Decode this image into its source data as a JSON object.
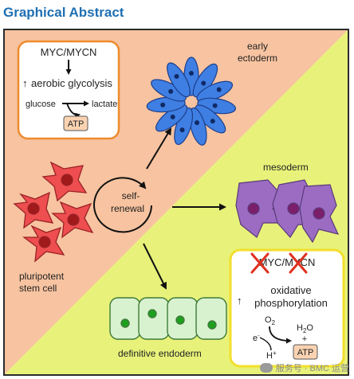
{
  "header": {
    "title": "Graphical Abstract"
  },
  "glycolysis_box": {
    "genes": "MYC/MYCN",
    "arrow_up": "↑",
    "process": "aerobic glycolysis",
    "substrate": "glucose",
    "product": "lactate",
    "energy": "ATP"
  },
  "center": {
    "line1": "self-",
    "line2": "renewal"
  },
  "cells": {
    "pluripotent_line1": "pluripotent",
    "pluripotent_line2": "stem cell",
    "ectoderm_line1": "early",
    "ectoderm_line2": "ectoderm",
    "mesoderm": "mesoderm",
    "endoderm": "definitive endoderm"
  },
  "oxphos_box": {
    "genes": "MYC/MYCN",
    "arrow_up": "↑",
    "line1": "oxidative",
    "line2": "phosphorylation",
    "oxygen": "O",
    "oxygen_sub": "2",
    "electron": "e",
    "electron_sup": "-",
    "proton": "H",
    "proton_sup": "+",
    "water": "H",
    "water_sub": "2",
    "water_tail": "O",
    "plus": "+",
    "energy": "ATP"
  },
  "watermark": "服务号 · BMC 运营",
  "colors": {
    "salmon": "#f7c3a0",
    "lime": "#e8f27a",
    "frame_border": "#2b2b2b",
    "glycolysis_border": "#ee8b2c",
    "oxphos_border": "#f2df2c",
    "ectoderm_fill": "#3f7fe3",
    "pluripotent_fill": "#ee4e50",
    "mesoderm_fill": "#9b6cc2",
    "endoderm_fill": "#d8f2cf",
    "endoderm_nucleus": "#1ea01e",
    "atp_fill": "#fbd3b2",
    "cross_red": "#e0301e"
  }
}
